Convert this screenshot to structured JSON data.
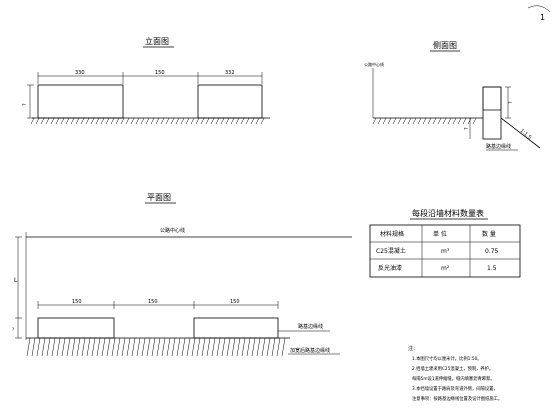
{
  "page_number": "1",
  "elevation": {
    "title": "立面图",
    "dim_left_width": "330",
    "dim_gap": "150",
    "dim_right_width": "332",
    "dim_height": "?"
  },
  "side": {
    "title": "侧面图",
    "road_center_label": "公路中心线",
    "slope_label": "1:1.5",
    "edge_label": "路基边缘线",
    "dim_height": "?",
    "dim_bottom": "?"
  },
  "plan": {
    "title": "平面图",
    "road_center_label": "公路中心线",
    "dim_left_width": "150",
    "dim_gap": "150",
    "dim_right_width": "150",
    "edge_label": "路基边缘线",
    "shoulder_label": "加宽后路基边缘线",
    "side_label": "L",
    "side_small": "?"
  },
  "table": {
    "title": "每段沿墙材料数量表",
    "headers": [
      "材料规格",
      "单 位",
      "数 量"
    ],
    "rows": [
      {
        "material": "C25混凝土",
        "unit": "m³",
        "qty": "0.75"
      },
      {
        "material": "反光油漆",
        "unit": "m²",
        "qty": "1.5"
      }
    ]
  },
  "notes": {
    "heading": "注：",
    "lines": [
      "1.本图尺寸均以厘米计，比例1:50。",
      "2.挡墙土建采用C25混凝土，预制，养护。",
      "每隔5m设1道伸缩缝，缝内填塞沥青麻絮。",
      "3.本挡墙设置于路肩及弯道外侧，间隔设置，",
      "注意事项：按路基边缘线位置及设计图纸施工。"
    ]
  }
}
